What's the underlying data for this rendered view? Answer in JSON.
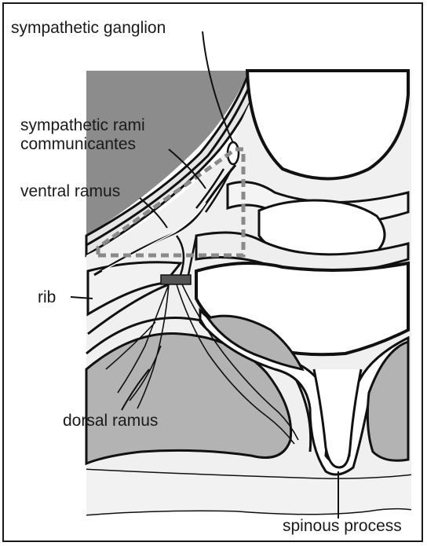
{
  "labels": {
    "sympathetic_ganglion": "sympathetic ganglion",
    "rami_line1": "sympathetic rami",
    "rami_line2": "communicantes",
    "ventral_ramus": "ventral ramus",
    "rib": "rib",
    "dorsal_ramus": "dorsal ramus",
    "spinous_process": "spinous process"
  }
}
